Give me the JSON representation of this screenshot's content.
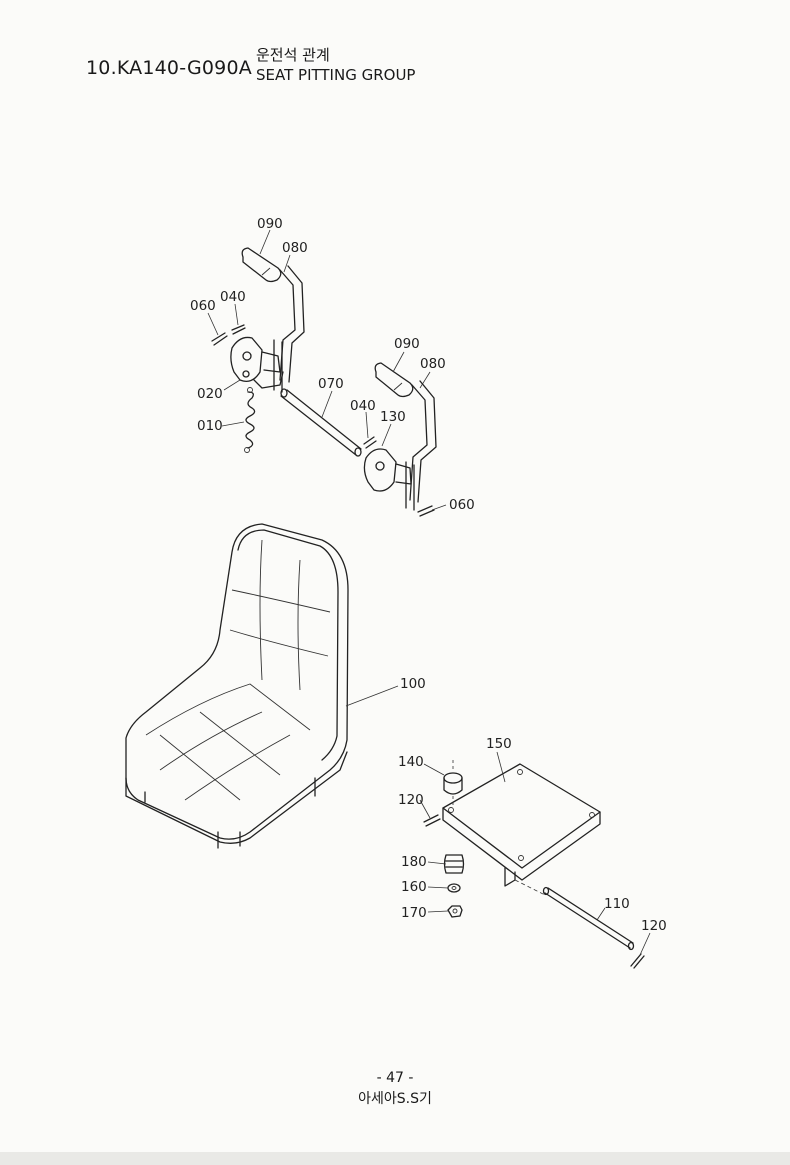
{
  "header": {
    "part_code": "10.KA140-G090A",
    "title_korean": "운전석 관계",
    "title_english": "SEAT PITTING GROUP"
  },
  "callouts": {
    "c090a": "090",
    "c080a": "080",
    "c060a": "060",
    "c040a": "040",
    "c020": "020",
    "c010": "010",
    "c070": "070",
    "c090b": "090",
    "c080b": "080",
    "c040b": "040",
    "c130": "130",
    "c060b": "060",
    "c100": "100",
    "c150": "150",
    "c140": "140",
    "c120a": "120",
    "c180": "180",
    "c160": "160",
    "c170": "170",
    "c110": "110",
    "c120b": "120"
  },
  "footer": {
    "page_number": "- 47 -",
    "company": "아세아S.S기"
  }
}
